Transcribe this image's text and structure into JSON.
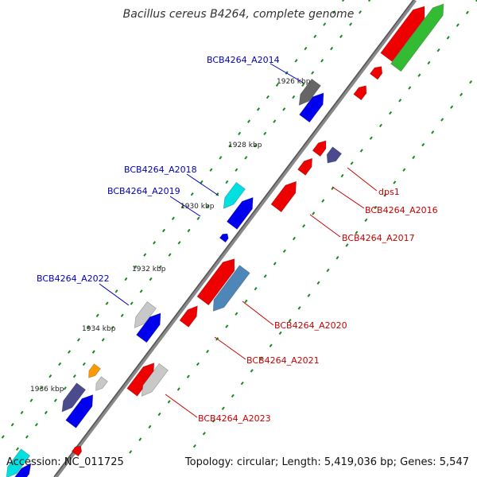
{
  "title": "Bacillus cereus B4264, complete genome",
  "footer": {
    "accession": "Accession: NC_011725",
    "summary": "Topology: circular; Length: 5,419,036 bp; Genes: 5,547"
  },
  "colors": {
    "backbone": "#777777",
    "dots": "#1a8a1a",
    "forward_label": "#0000bb",
    "reverse_label": "#cc0000",
    "red": "#ee0000",
    "blue": "#0000ee",
    "green": "#33bb33",
    "grey": "#c8c8c8",
    "darkgrey": "#666666",
    "navy": "#4a4a8c",
    "steel": "#4f86b8",
    "cyan": "#00e0e0",
    "orange": "#ff9900"
  },
  "ticks": [
    {
      "label": "1926 kbp"
    },
    {
      "label": "1928 kbp"
    },
    {
      "label": "1930 kbp"
    },
    {
      "label": "1932 kbp"
    },
    {
      "label": "1934 kbp"
    },
    {
      "label": "1936 kbp"
    }
  ],
  "gene_labels": [
    {
      "text": "BCB4264_A2014",
      "strand": "forward"
    },
    {
      "text": "BCB4264_A2018",
      "strand": "forward"
    },
    {
      "text": "BCB4264_A2019",
      "strand": "forward"
    },
    {
      "text": "BCB4264_A2022",
      "strand": "forward"
    },
    {
      "text": "dps1",
      "strand": "reverse"
    },
    {
      "text": "BCB4264_A2016",
      "strand": "reverse"
    },
    {
      "text": "BCB4264_A2017",
      "strand": "reverse"
    },
    {
      "text": "BCB4264_A2020",
      "strand": "reverse"
    },
    {
      "text": "BCB4264_A2021",
      "strand": "reverse"
    },
    {
      "text": "BCB4264_A2023",
      "strand": "reverse"
    }
  ]
}
